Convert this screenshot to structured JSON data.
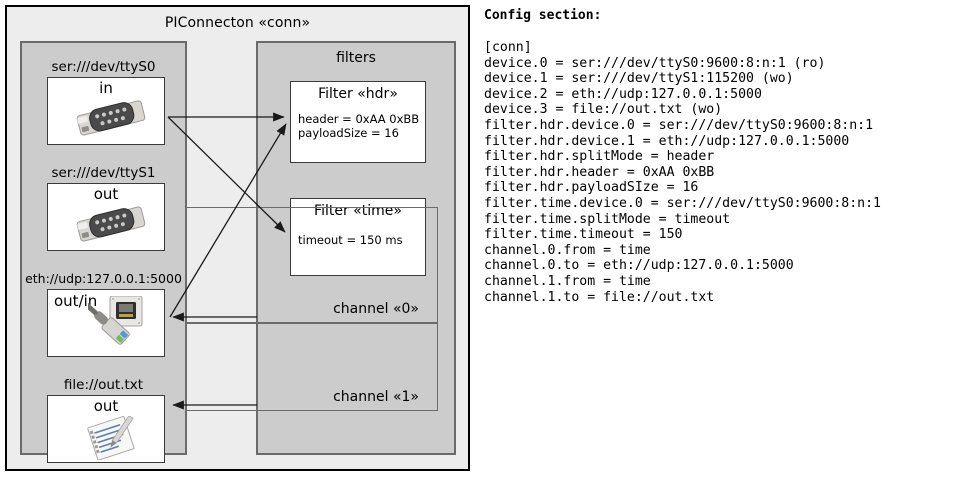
{
  "diagram": {
    "title": "PIConnecton «conn»",
    "devices_panel": {
      "items": [
        {
          "label": "ser:///dev/ttyS0",
          "io": "in",
          "icon": "serial-port-icon"
        },
        {
          "label": "ser:///dev/ttyS1",
          "io": "out",
          "icon": "serial-port-icon"
        },
        {
          "label": "eth://udp:127.0.0.1:5000",
          "io": "out/in",
          "icon": "ethernet-jack-icon"
        },
        {
          "label": "file://out.txt",
          "io": "out",
          "icon": "text-file-icon"
        }
      ]
    },
    "filters_panel": {
      "title": "filters",
      "filters": [
        {
          "title": "Filter «hdr»",
          "props": [
            "header = 0xAA 0xBB",
            "payloadSize = 16"
          ]
        },
        {
          "title": "Filter «time»",
          "props": [
            "timeout = 150 ms"
          ]
        }
      ],
      "channels": [
        {
          "label": "channel «0»"
        },
        {
          "label": "channel «1»"
        }
      ]
    }
  },
  "config": {
    "heading": "Config section:",
    "text": "[conn]\ndevice.0 = ser:///dev/ttyS0:9600:8:n:1 (ro)\ndevice.1 = ser:///dev/ttyS1:115200 (wo)\ndevice.2 = eth://udp:127.0.0.1:5000\ndevice.3 = file://out.txt (wo)\nfilter.hdr.device.0 = ser:///dev/ttyS0:9600:8:n:1\nfilter.hdr.device.1 = eth://udp:127.0.0.1:5000\nfilter.hdr.splitMode = header\nfilter.hdr.header = 0xAA 0xBB\nfilter.hdr.payloadSIze = 16\nfilter.time.device.0 = ser:///dev/ttyS0:9600:8:n:1\nfilter.time.splitMode = timeout\nfilter.time.timeout = 150\nchannel.0.from = time\nchannel.0.to = eth://udp:127.0.0.1:5000\nchannel.1.from = time\nchannel.1.to = file://out.txt"
  },
  "colors": {
    "canvas": "#ffffff",
    "diagram_bg": "#ededed",
    "panel_bg": "#cccccc",
    "panel_border": "#6b6b6b",
    "box_bg": "#ffffff",
    "box_border": "#3a3a3a",
    "wire": "#1a1a1a"
  }
}
